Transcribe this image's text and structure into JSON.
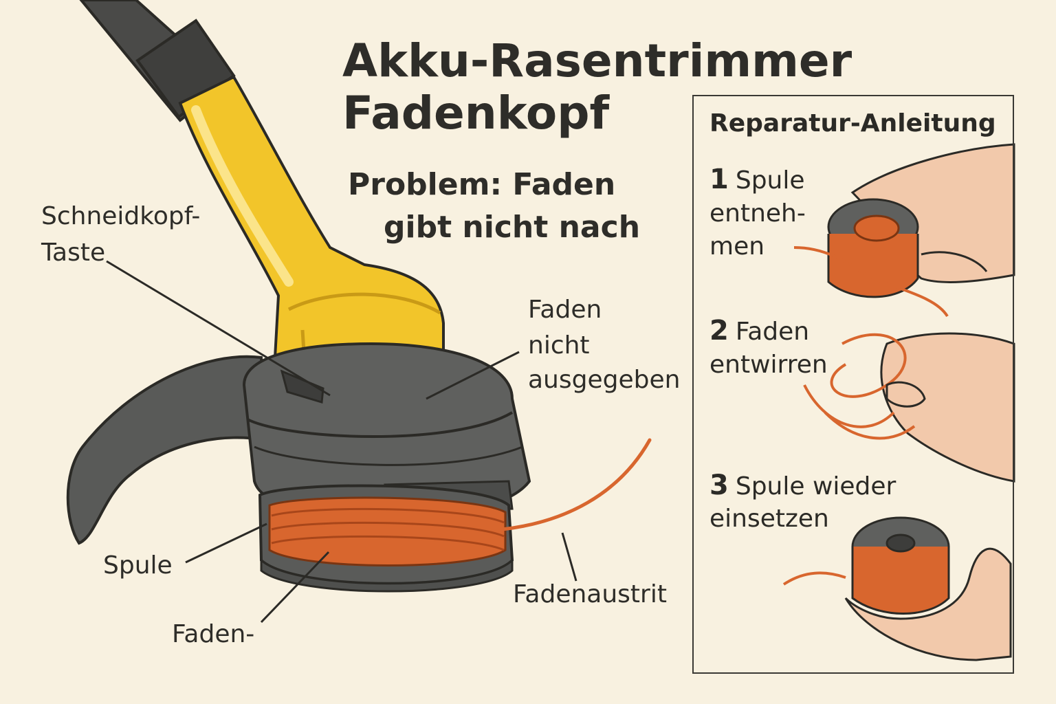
{
  "title": {
    "line1": "Akku-Rasentrimmer",
    "line2": "Fadenkopf"
  },
  "problem": {
    "line1": "Problem: Faden",
    "line2": "gibt nicht nach"
  },
  "labels": {
    "button_line1": "Schneidkopf-",
    "button_line2": "Taste",
    "stuck_line1": "Faden",
    "stuck_line2": "nicht",
    "stuck_line3": "ausgegeben",
    "spool": "Spule",
    "thread": "Faden-",
    "exit": "Fadenaustrit"
  },
  "panel": {
    "title": "Reparatur-Anleitung",
    "steps": [
      {
        "num": "1",
        "lines": [
          "Spule",
          "entneh-",
          "men"
        ]
      },
      {
        "num": "2",
        "lines": [
          "Faden",
          "entwirren"
        ]
      },
      {
        "num": "3",
        "lines": [
          "Spule wieder",
          "einsetzen"
        ]
      }
    ]
  },
  "colors": {
    "background": "#f8f1e0",
    "shaft": "#4a4a48",
    "handle_yellow": "#f2c52a",
    "housing_gray": "#5f605e",
    "thread_orange": "#d8662e",
    "skin": "#f2c9ab",
    "outline": "#2b2a26"
  }
}
